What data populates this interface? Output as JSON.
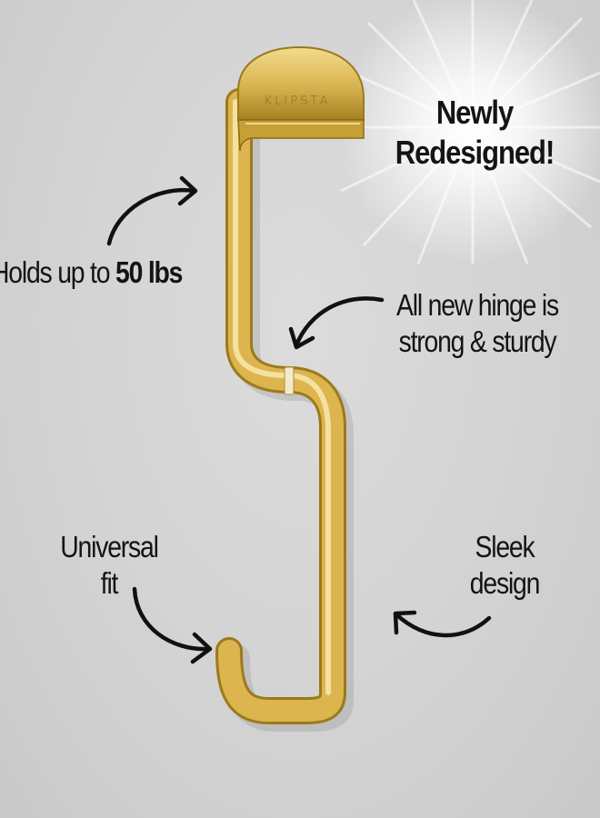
{
  "product": {
    "brand_engraving": "KLIPSTA",
    "colors": {
      "gold": "#d8b14a",
      "gold_dark": "#8a6a12",
      "background": "#d6d6d6",
      "text": "#141414"
    }
  },
  "badge": {
    "line1": "Newly",
    "line2": "Redesigned!"
  },
  "callouts": {
    "holds": {
      "prefix": "Holds up to ",
      "bold": "50 lbs"
    },
    "hinge": {
      "line1": "All new hinge is",
      "line2": "strong & sturdy"
    },
    "universal": {
      "line1": "Universal",
      "line2": "fit"
    },
    "sleek": {
      "line1": "Sleek",
      "line2": "design"
    }
  },
  "icons": [
    "curved-arrow-icon",
    "starburst-glow"
  ]
}
